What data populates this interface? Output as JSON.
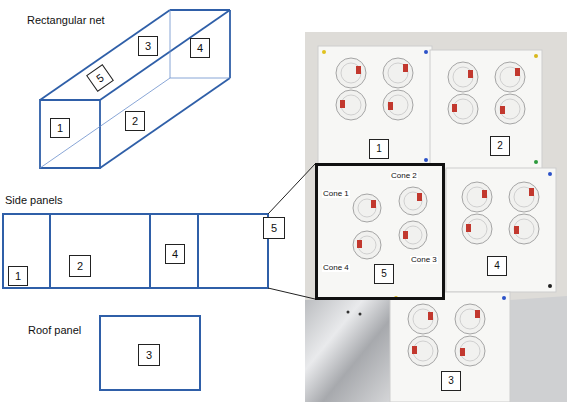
{
  "diagram": {
    "nodes": [
      {
        "text": [
          "3"
        ]
      },
      {
        "text": [
          "4"
        ]
      },
      {
        "text": [
          "5"
        ]
      },
      {
        "text": [
          "2"
        ]
      },
      {
        "text": [
          "1"
        ]
      },
      {
        "text": [
          "5"
        ]
      },
      {
        "text": [
          "4"
        ]
      },
      {
        "text": [
          "2"
        ]
      },
      {
        "text": [
          "1"
        ]
      },
      {
        "text": [
          "3"
        ]
      },
      {
        "text": [
          "1"
        ]
      },
      {
        "text": [
          "2"
        ]
      },
      {
        "text": [
          "Cone 1",
          "Cone 2",
          "Cone 3",
          "Cone 4"
        ]
      },
      {
        "text": [
          "5"
        ],
        "in": 12
      },
      {
        "text": [
          "4"
        ]
      },
      {
        "text": [
          "3"
        ]
      }
    ],
    "labels": [
      "Rectangular net",
      "Side panels",
      "Roof panel"
    ]
  }
}
